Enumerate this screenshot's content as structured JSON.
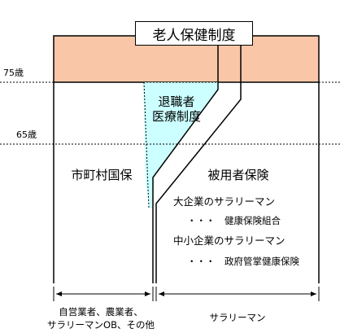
{
  "title": "老人保健制度",
  "ages": {
    "age75": "75歳",
    "age65": "65歳"
  },
  "retiree": {
    "line1": "退職者",
    "line2": "医療制度"
  },
  "municipal": "市町村国保",
  "employee": {
    "title": "被用者保険",
    "large_company": "大企業のサラリーマン",
    "large_insurer": "・・・　健康保険組合",
    "small_company": "中小企業のサラリーマン",
    "small_insurer": "・・・　政府管掌健康保険"
  },
  "bottom": {
    "left_line1": "自営業者、農業者、",
    "left_line2": "サラリーマンOB、その他",
    "right": "サラリーマン"
  },
  "colors": {
    "elderly_band": "#f9c7a8",
    "retiree_area": "#ccffff",
    "line": "#000000"
  }
}
